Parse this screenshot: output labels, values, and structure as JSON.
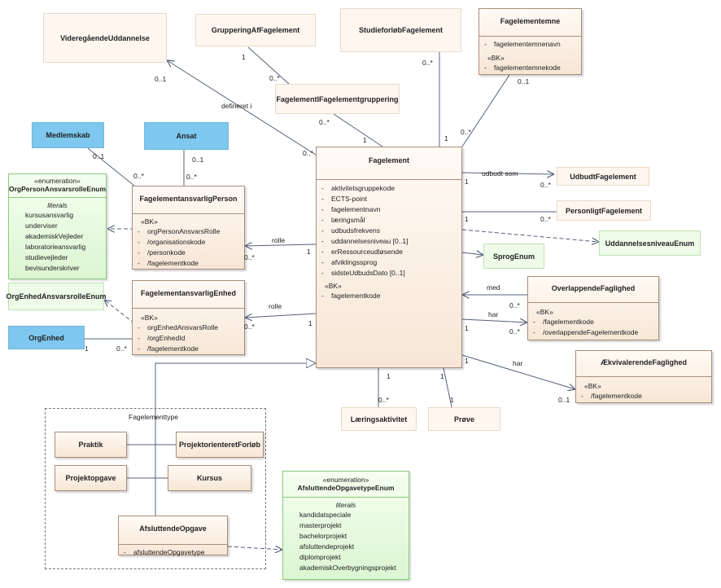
{
  "classes": {
    "videregaaende": "VideregåendeUddannelse",
    "gruppering": "GrupperingAfFagelement",
    "studieforloeb": "StudieforløbFagelement",
    "fagelementemne": {
      "name": "Fagelementemne",
      "attr1": "fagelementemnenavn",
      "bk": "«BK»",
      "attr2": "fagelementemnekode"
    },
    "fagelementgruppering": "FagelementIFagelementgruppering",
    "medlemskab": "Medlemskab",
    "ansat": "Ansat",
    "fagelement": {
      "name": "Fagelement",
      "attrs": [
        "aktivitetsgruppekode",
        "ECTS-point",
        "fagelementnavn",
        "læringsmål",
        "udbudsfrekvens",
        "uddannelsesniveau [0..1]",
        "erRessourceudløsende",
        "afviklingssprog",
        "sidsteUdbudsDato [0..1]"
      ],
      "bk": "«BK»",
      "bk_attr": "fagelementkode"
    },
    "udbudt": "UdbudtFagelement",
    "personligt": "PersonligtFagelement",
    "uddannelsesniveauEnum": "UddannelsesniveauEnum",
    "sprogEnum": "SprogEnum",
    "orgPersonEnum": {
      "stereotype": "«enumeration»",
      "name": "OrgPersonAnsvarsrolleEnum",
      "literals_label": "literals",
      "literals": [
        "kursusansvarlig",
        "underviser",
        "akademiskVejleder",
        "laboratorieansvarlig",
        "studievejleder",
        "bevisunderskriver"
      ]
    },
    "faPerson": {
      "name": "FagelementansvarligPerson",
      "bk": "«BK»",
      "attrs": [
        "orgPersonAnsvarsRolle",
        "/organisationskode",
        "/personkode",
        "/fagelementkode"
      ]
    },
    "orgEnhedEnum": "OrgEnhedAnsvarsrolleEnum",
    "faEnhed": {
      "name": "FagelementansvarligEnhed",
      "bk": "«BK»",
      "attrs": [
        "orgEnhedAnsvarsRolle",
        "/orgEnhedId",
        "/fagelementkode"
      ]
    },
    "orgEnhed": "OrgEnhed",
    "overlappende": {
      "name": "OverlappendeFaglighed",
      "bk": "«BK»",
      "attrs": [
        "/fagelementkode",
        "/overlappendeFagelementkode"
      ]
    },
    "aekvivalerende": {
      "name": "ÆkvivalerendeFaglighed",
      "bk": "«BK»",
      "attrs": [
        "/fagelementkode"
      ]
    },
    "laering": "Læringsaktivitet",
    "proeve": "Prøve",
    "praktik": "Praktik",
    "projektorienteret": "ProjektorienteretForløb",
    "projektopgave": "Projektopgave",
    "kursus": "Kursus",
    "afsluttende": {
      "name": "AfsluttendeOpgave",
      "attr": "afsluttendeOpgavetype"
    },
    "afsluttendeEnum": {
      "stereotype": "«enumeration»",
      "name": "AfsluttendeOpgavetypeEnum",
      "literals_label": "literals",
      "literals": [
        "kandidatspeciale",
        "masterprojekt",
        "bachelorprojekt",
        "afsluttendeprojekt",
        "diplomprojekt",
        "akademiskOverbygningsprojekt"
      ]
    }
  },
  "visibility": "-",
  "package": "Fagelementtype",
  "labels": {
    "defineret": "defineret i",
    "udbudt_som": "udbudt som",
    "rolle1": "rolle",
    "rolle2": "rolle",
    "med": "med",
    "har1": "har",
    "har2": "har"
  },
  "multiplicities": {
    "m_vu_01": "0..1",
    "m_vu_0s": "0..*",
    "m_gr_1": "1",
    "m_gr_0s": "0..*",
    "m_fig_0s": "0..*",
    "m_fig_1": "1",
    "m_sf_0s": "0..*",
    "m_sf_1": "1",
    "m_fe_01": "0..1",
    "m_fe_0s": "0..*",
    "m_me_01": "0..1",
    "m_me_0s": "0..*",
    "m_an_01": "0..1",
    "m_an_0s": "0..*",
    "m_ub_1": "1",
    "m_ub_0s": "0..*",
    "m_pe_1": "1",
    "m_pe_0s": "0..*",
    "m_rp_1": "1",
    "m_rp_0s": "0..*",
    "m_re_1": "1",
    "m_re_0s": "0..*",
    "m_oe_1": "1",
    "m_oe_0s": "0..*",
    "m_ov_0s_a": "0..*",
    "m_ov_1": "1",
    "m_ov_0s_b": "0..*",
    "m_ae_1": "1",
    "m_ae_01": "0..1",
    "m_la_1": "1",
    "m_la_0s": "0..*",
    "m_pr_1a": "1",
    "m_pr_1b": "1"
  }
}
